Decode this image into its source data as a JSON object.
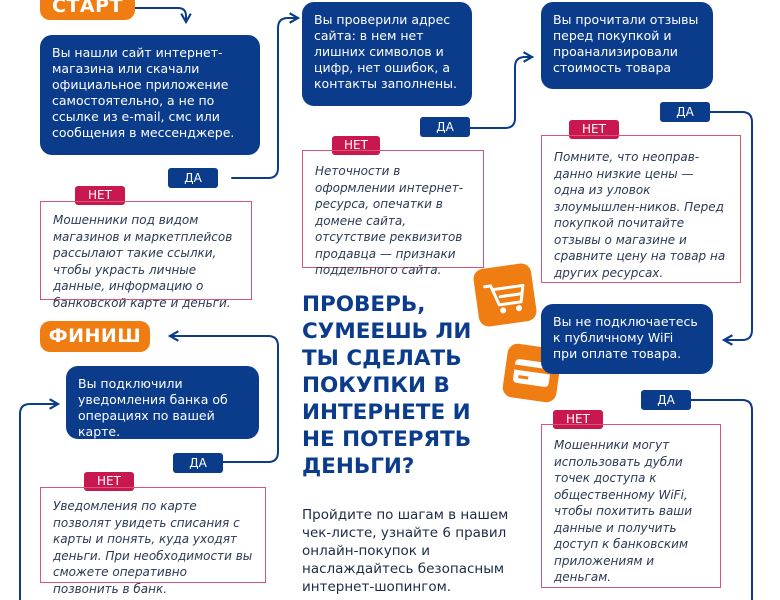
{
  "labels": {
    "start": "СТАРТ",
    "finish": "ФИНИШ",
    "yes": "ДА",
    "no": "НЕТ"
  },
  "steps": [
    {
      "question": "Вы нашли сайт интернет-магазина или скачали официальное приложение самостоятельно, а не по ссылке из e-mail, смс или сообщения в мессенджере.",
      "warning": "Мошенники под видом магазинов и маркетплейсов рассылают такие ссылки, чтобы украсть личные данные, информацию о банковской карте и деньги."
    },
    {
      "question": "Вы проверили адрес сайта: в нем нет лишних символов и цифр, нет ошибок, а контакты заполнены.",
      "warning": "Неточности в оформлении интернет-ресурса, опечатки в домене сайта, отсутствие реквизитов продавца — признаки поддельного сайта."
    },
    {
      "question": "Вы прочитали отзывы перед покупкой и проанализировали стоимость товара",
      "warning": "Помните, что неоправ-данно низкие цены — одна из уловок злоумышлен-ников. Перед покупкой почитайте отзывы о магазине и сравните цену на товар на других ресурсах."
    },
    {
      "question": "Вы не подключаетесь к публичному WiFi при оплате товара.",
      "warning": "Мошенники могут использовать дубли точек доступа к общественному WiFi, чтобы похитить ваши данные и получить доступ к банковским приложениям и деньгам."
    },
    {
      "question": "Вы подключили уведомления банка об операциях по вашей карте.",
      "warning": "Уведомления по карте позволят увидеть списания с карты и понять, куда уходят деньги. При необходимости вы сможете оперативно позвонить в банк."
    }
  ],
  "headline": "ПРОВЕРЬ, СУМЕЕШЬ ЛИ ТЫ СДЕЛАТЬ ПОКУПКИ В ИНТЕРНЕТЕ И НЕ ПОТЕРЯТЬ ДЕНЬГИ?",
  "intro": "Пройдите по шагам в нашем чек-листе, узнайте 6 правил онлайн-покупок и наслаждайтесь безопасным интернет-шопингом.",
  "colors": {
    "navy": "#0b3c8c",
    "orange": "#f07d12",
    "crimson": "#c8184f",
    "note_border": "#d8557a"
  },
  "icons": [
    "cart-icon",
    "card-icon"
  ]
}
